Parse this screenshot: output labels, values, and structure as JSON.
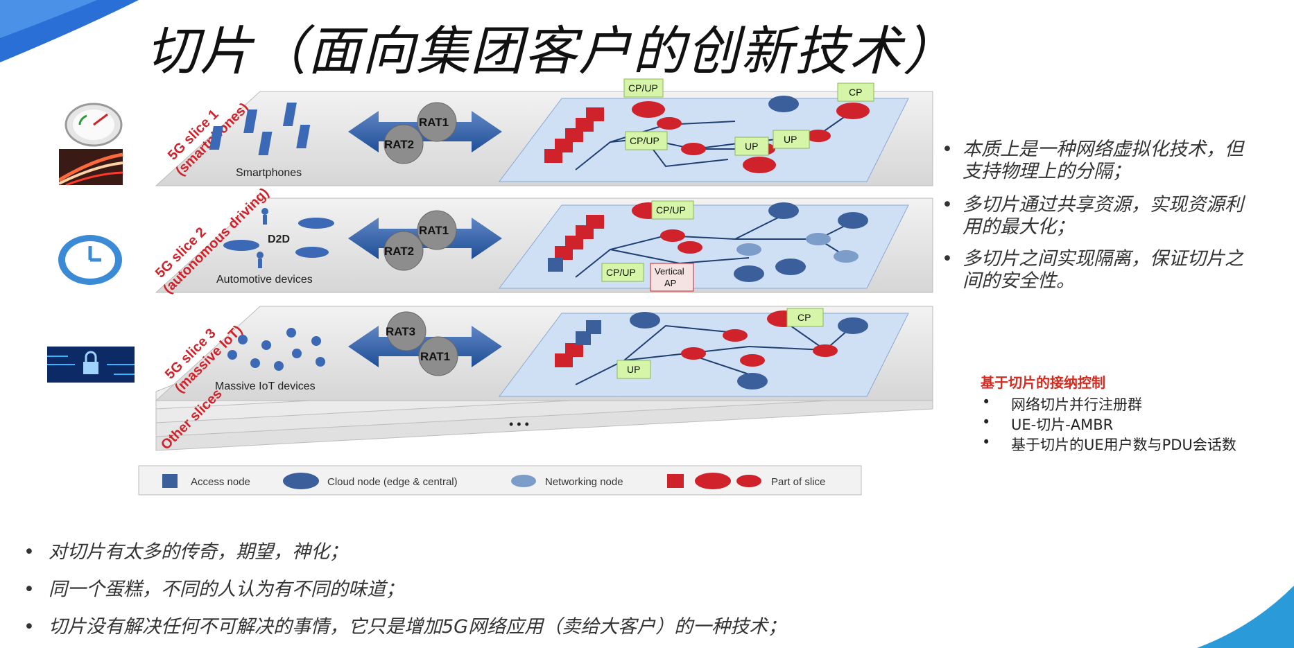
{
  "title": "切片（面向集团客户的创新技术）",
  "slices": [
    {
      "label_line1": "5G slice 1",
      "label_line2": "(smartphones)",
      "devices": "Smartphones",
      "rats": [
        "RAT1",
        "RAT2"
      ]
    },
    {
      "label_line1": "5G slice 2",
      "label_line2": "(autonomous driving)",
      "devices": "Automotive devices",
      "d2d": "D2D",
      "rats": [
        "RAT1",
        "RAT2"
      ]
    },
    {
      "label_line1": "5G slice 3",
      "label_line2": "(massive IoT)",
      "devices": "Massive IoT devices",
      "rats": [
        "RAT3",
        "RAT1"
      ]
    },
    {
      "label_line1": "Other slices"
    }
  ],
  "ellipsis": "• • •",
  "network_tags": {
    "s1": [
      "CP/UP",
      "CP/UP",
      "CP",
      "UP",
      "UP"
    ],
    "s2": [
      "CP/UP",
      "CP/UP",
      "Vertical",
      "AP"
    ],
    "s3": [
      "CP",
      "UP"
    ]
  },
  "legend": {
    "access": "Access node",
    "cloud": "Cloud node (edge & central)",
    "networking": "Networking node",
    "part": "Part of slice"
  },
  "right_bullets": [
    {
      "line1": "本质上是一种网络虚拟化技术，但",
      "line2": "支持物理上的分隔；"
    },
    {
      "line1": "多切片通过共享资源，实现资源利",
      "line2": "用的最大化；"
    },
    {
      "line1": "多切片之间实现隔离，保证切片之",
      "line2": "间的安全性。"
    }
  ],
  "admission": {
    "title": "基于切片的接纳控制",
    "items": [
      "网络切片并行注册群",
      "UE-切片-AMBR",
      "基于切片的UE用户数与PDU会话数"
    ]
  },
  "bottom_bullets": [
    "对切片有太多的传奇，期望，神化；",
    "同一个蛋糕，不同的人认为有不同的味道；",
    "切片没有解决任何不可解决的事情，它只是增加5G网络应用（卖给大客户）的一种技术；"
  ],
  "colors": {
    "accent_blue": "#2a6fd6",
    "slice_red": "#d0222a",
    "node_blue": "#3a5f9a",
    "tag_green": "#d6f5a8"
  }
}
